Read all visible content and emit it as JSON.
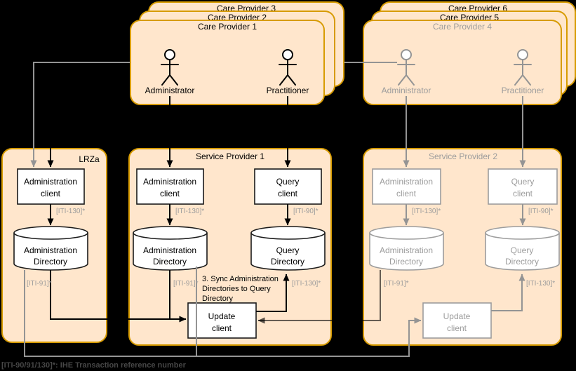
{
  "diagram_type": "architecture-diagram",
  "background_color": "#000000",
  "colors": {
    "card_fill": "#ffe6cc",
    "card_border": "#d79b00",
    "active_stroke": "#000000",
    "inactive_stroke": "#949494",
    "inactive_text": "#9c9c9c",
    "node_fill": "#ffffff",
    "footnote_text": "#474747"
  },
  "text": {
    "cp1": "Care Provider 1",
    "cp2": "Care Provider 2",
    "cp3": "Care Provider 3",
    "cp4": "Care Provider 4",
    "cp5": "Care Provider 5",
    "cp6": "Care Provider 6",
    "administrator": "Administrator",
    "practitioner": "Practitioner",
    "lrza": "LRZa",
    "sp1": "Service Provider 1",
    "sp2": "Service Provider 2",
    "administration": "Administration",
    "client": "client",
    "query": "Query",
    "update": "Update",
    "directory": "Directory",
    "iti130": "[ITI-130]*",
    "iti90": "[ITI-90]*",
    "iti91": "[ITI-91]*",
    "sync1": "3. Sync Administration",
    "sync2": "Directories to Query",
    "sync3": "Directory",
    "footnote": "[ITI-90/91/130]*: IHE Transaction reference number"
  }
}
